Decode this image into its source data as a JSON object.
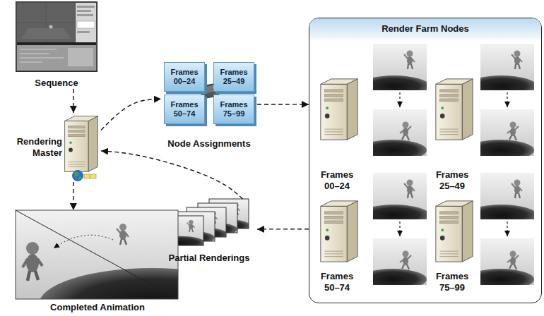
{
  "diagram": {
    "nodes": [
      {
        "text": [
          "Sequence"
        ]
      },
      {
        "text": [
          "Rendering Master"
        ]
      },
      {
        "text": [
          "Node Assignments"
        ]
      },
      {
        "text": [
          "Frames 00–24"
        ],
        "in": 2
      },
      {
        "text": [
          "Frames 25–49"
        ],
        "in": 2
      },
      {
        "text": [
          "Frames 50–74"
        ],
        "in": 2
      },
      {
        "text": [
          "Frames 75–99"
        ],
        "in": 2
      },
      {
        "text": [
          "Completed Animation"
        ]
      },
      {
        "text": [
          "Partial Renderings"
        ]
      },
      {
        "text": [
          "Render Farm Nodes"
        ]
      },
      {
        "text": [
          "Frames 00–24"
        ],
        "in": 9
      },
      {
        "text": [
          "Frames 25–49"
        ],
        "in": 9
      },
      {
        "text": [
          "Frames 50–74"
        ],
        "in": 9
      },
      {
        "text": [
          "Frames 75–99"
        ],
        "in": 9
      }
    ],
    "edges": [
      {
        "from": 0,
        "to": 1,
        "arrow": "to"
      },
      {
        "from": 1,
        "to": 2,
        "arrow": "to"
      },
      {
        "from": 2,
        "to": 9,
        "arrow": "to"
      },
      {
        "from": 9,
        "to": 8,
        "arrow": "to"
      },
      {
        "from": 8,
        "to": 1,
        "arrow": "to"
      },
      {
        "from": 1,
        "to": 7,
        "arrow": "to"
      }
    ]
  }
}
